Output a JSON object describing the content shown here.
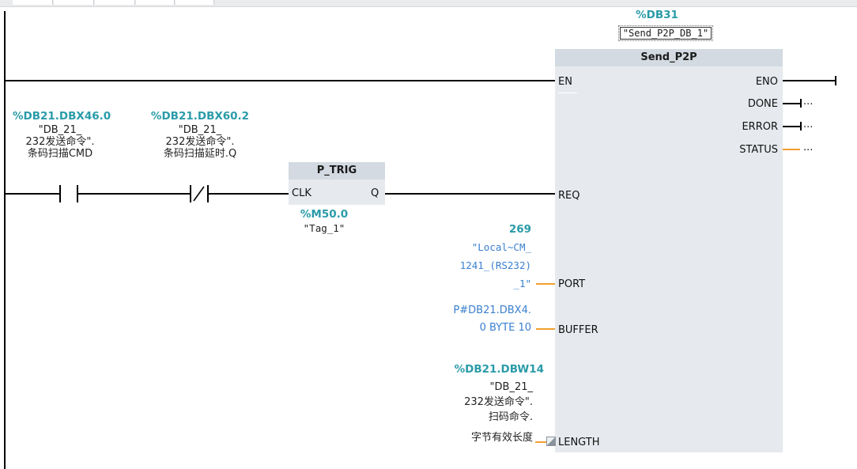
{
  "block": {
    "db_address": "%DB31",
    "db_name": "\"Send_P2P_DB_1\"",
    "title": "Send_P2P",
    "pins_left": [
      "EN",
      "REQ",
      "PORT",
      "BUFFER",
      "LENGTH"
    ],
    "pins_right": [
      "ENO",
      "DONE",
      "ERROR",
      "STATUS"
    ],
    "outputs_unconnected": "..."
  },
  "contact1": {
    "address": "%DB21.DBX46.0",
    "symbol": [
      "\"DB_21_",
      "232发送命令\".",
      "条码扫描CMD"
    ]
  },
  "contact2": {
    "address": "%DB21.DBX60.2",
    "symbol": [
      "\"DB_21_",
      "232发送命令\".",
      "条码扫描延时.Q"
    ]
  },
  "ptrig": {
    "title": "P_TRIG",
    "pin_in": "CLK",
    "pin_out": "Q",
    "address": "%M50.0",
    "symbol": "\"Tag_1\""
  },
  "port_param": {
    "value": "269",
    "symbol": [
      "\"Local~CM_",
      "1241_(RS232)",
      "_1\""
    ]
  },
  "buffer_param": {
    "lines": [
      "P#DB21.DBX4.",
      "0 BYTE 10"
    ]
  },
  "length_param": {
    "address": "%DB21.DBW14",
    "symbol": [
      "\"DB_21_",
      "232发送命令\".",
      "扫码命令.",
      "字节有效长度"
    ]
  }
}
